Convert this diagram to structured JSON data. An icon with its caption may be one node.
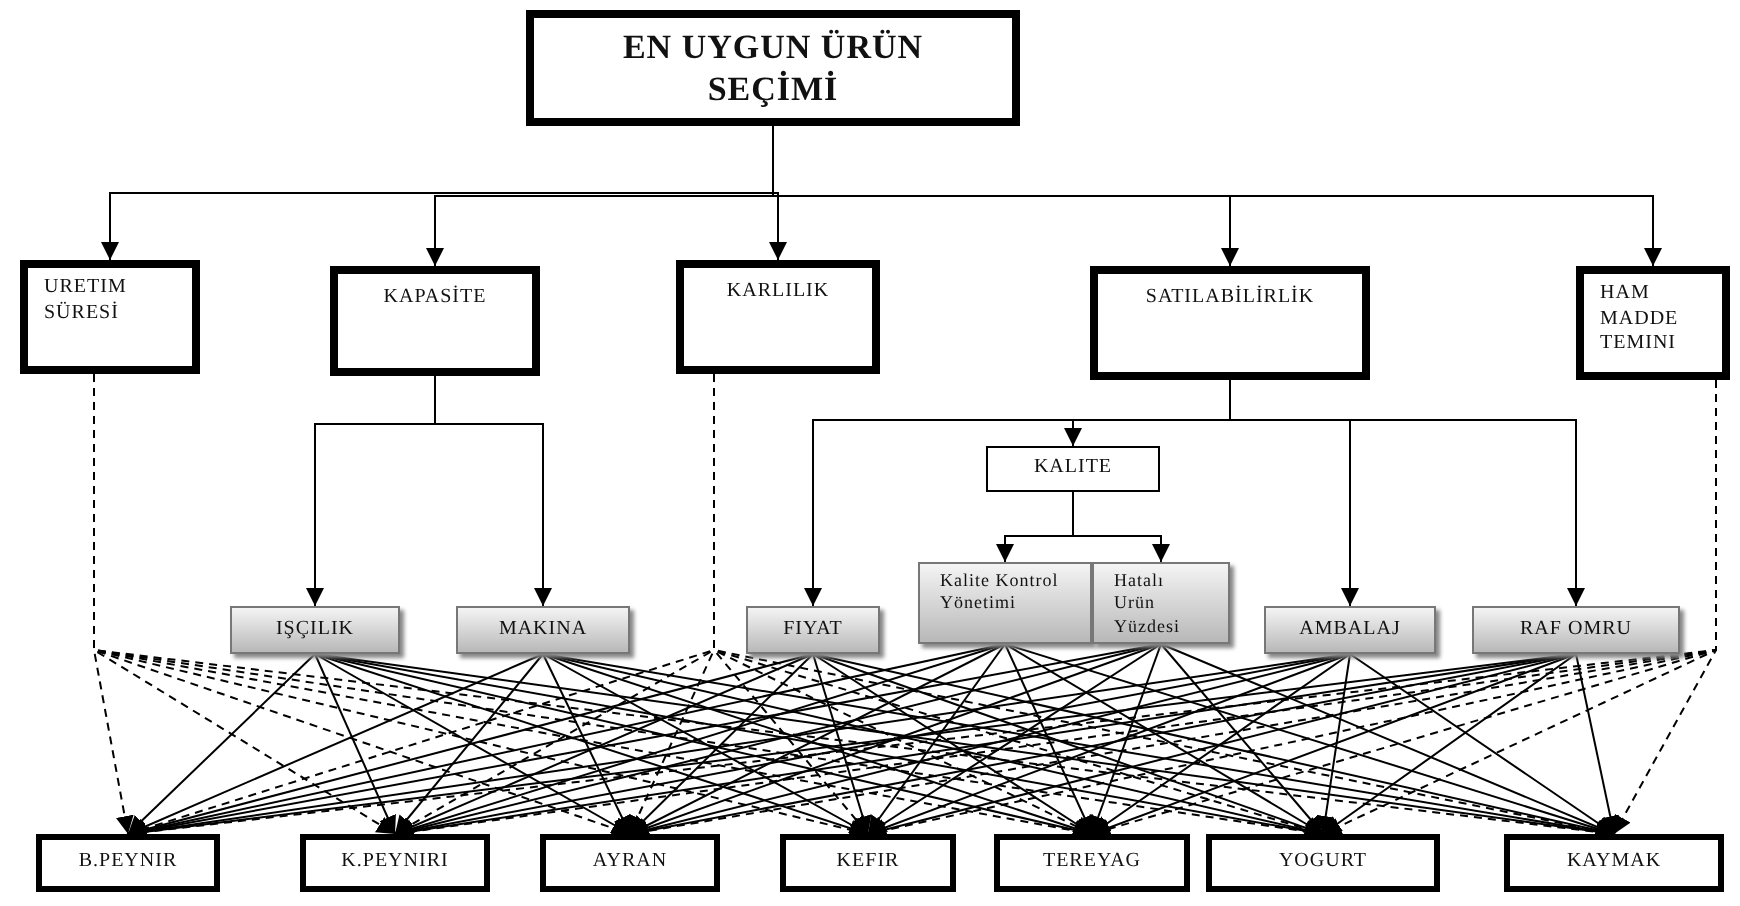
{
  "diagram": {
    "nodes": [
      {
        "text": [
          "EN UYGUN ÜRÜN SEÇİMİ"
        ]
      },
      {
        "text": [
          "URETIM SÜRESİ"
        ]
      },
      {
        "text": [
          "KAPASİTE"
        ]
      },
      {
        "text": [
          "KARLILIK"
        ]
      },
      {
        "text": [
          "SATILABİLİRLİK"
        ]
      },
      {
        "text": [
          "HAM MADDE TEMINI"
        ]
      },
      {
        "text": [
          "KALITE"
        ]
      },
      {
        "text": [
          "IŞÇILIK"
        ]
      },
      {
        "text": [
          "MAKINA"
        ]
      },
      {
        "text": [
          "FIYAT"
        ]
      },
      {
        "text": [
          "Kalite Kontrol Yönetimi"
        ]
      },
      {
        "text": [
          "Hatalı Urün Yüzdesi"
        ]
      },
      {
        "text": [
          "AMBALAJ"
        ]
      },
      {
        "text": [
          "RAF OMRU"
        ]
      },
      {
        "text": [
          "B.PEYNIR"
        ]
      },
      {
        "text": [
          "K.PEYNIRI"
        ]
      },
      {
        "text": [
          "AYRAN"
        ]
      },
      {
        "text": [
          "KEFIR"
        ]
      },
      {
        "text": [
          "TEREYAG"
        ]
      },
      {
        "text": [
          "YOGURT"
        ]
      },
      {
        "text": [
          "KAYMAK"
        ]
      }
    ],
    "edges": [
      {
        "from": 0,
        "to": 1,
        "arrow": "to"
      },
      {
        "from": 0,
        "to": 2,
        "arrow": "to"
      },
      {
        "from": 0,
        "to": 3,
        "arrow": "to"
      },
      {
        "from": 0,
        "to": 4,
        "arrow": "to"
      },
      {
        "from": 0,
        "to": 5,
        "arrow": "to"
      },
      {
        "from": 2,
        "to": 7,
        "arrow": "to"
      },
      {
        "from": 2,
        "to": 8,
        "arrow": "to"
      },
      {
        "from": 4,
        "to": 9,
        "arrow": "to"
      },
      {
        "from": 4,
        "to": 6,
        "arrow": "to"
      },
      {
        "from": 4,
        "to": 12,
        "arrow": "to"
      },
      {
        "from": 4,
        "to": 13,
        "arrow": "to"
      },
      {
        "from": 6,
        "to": 10,
        "arrow": "to"
      },
      {
        "from": 6,
        "to": 11,
        "arrow": "to"
      },
      {
        "from": 1,
        "to": 14,
        "arrow": "to",
        "style": "dashed"
      },
      {
        "from": 1,
        "to": 15,
        "arrow": "to",
        "style": "dashed"
      },
      {
        "from": 1,
        "to": 16,
        "arrow": "to",
        "style": "dashed"
      },
      {
        "from": 1,
        "to": 17,
        "arrow": "to",
        "style": "dashed"
      },
      {
        "from": 1,
        "to": 18,
        "arrow": "to",
        "style": "dashed"
      },
      {
        "from": 1,
        "to": 19,
        "arrow": "to",
        "style": "dashed"
      },
      {
        "from": 1,
        "to": 20,
        "arrow": "to",
        "style": "dashed"
      },
      {
        "from": 7,
        "to": 14,
        "arrow": "to"
      },
      {
        "from": 7,
        "to": 15,
        "arrow": "to"
      },
      {
        "from": 7,
        "to": 16,
        "arrow": "to"
      },
      {
        "from": 7,
        "to": 17,
        "arrow": "to"
      },
      {
        "from": 7,
        "to": 18,
        "arrow": "to"
      },
      {
        "from": 7,
        "to": 19,
        "arrow": "to"
      },
      {
        "from": 7,
        "to": 20,
        "arrow": "to"
      },
      {
        "from": 8,
        "to": 14,
        "arrow": "to"
      },
      {
        "from": 8,
        "to": 15,
        "arrow": "to"
      },
      {
        "from": 8,
        "to": 16,
        "arrow": "to"
      },
      {
        "from": 8,
        "to": 17,
        "arrow": "to"
      },
      {
        "from": 8,
        "to": 18,
        "arrow": "to"
      },
      {
        "from": 8,
        "to": 19,
        "arrow": "to"
      },
      {
        "from": 8,
        "to": 20,
        "arrow": "to"
      },
      {
        "from": 3,
        "to": 14,
        "arrow": "to",
        "style": "dashed"
      },
      {
        "from": 3,
        "to": 15,
        "arrow": "to",
        "style": "dashed"
      },
      {
        "from": 3,
        "to": 16,
        "arrow": "to",
        "style": "dashed"
      },
      {
        "from": 3,
        "to": 17,
        "arrow": "to",
        "style": "dashed"
      },
      {
        "from": 3,
        "to": 18,
        "arrow": "to",
        "style": "dashed"
      },
      {
        "from": 3,
        "to": 19,
        "arrow": "to",
        "style": "dashed"
      },
      {
        "from": 3,
        "to": 20,
        "arrow": "to",
        "style": "dashed"
      },
      {
        "from": 9,
        "to": 14,
        "arrow": "to"
      },
      {
        "from": 9,
        "to": 15,
        "arrow": "to"
      },
      {
        "from": 9,
        "to": 16,
        "arrow": "to"
      },
      {
        "from": 9,
        "to": 17,
        "arrow": "to"
      },
      {
        "from": 9,
        "to": 18,
        "arrow": "to"
      },
      {
        "from": 9,
        "to": 19,
        "arrow": "to"
      },
      {
        "from": 9,
        "to": 20,
        "arrow": "to"
      },
      {
        "from": 10,
        "to": 14,
        "arrow": "to"
      },
      {
        "from": 10,
        "to": 15,
        "arrow": "to"
      },
      {
        "from": 10,
        "to": 16,
        "arrow": "to"
      },
      {
        "from": 10,
        "to": 17,
        "arrow": "to"
      },
      {
        "from": 10,
        "to": 18,
        "arrow": "to"
      },
      {
        "from": 10,
        "to": 19,
        "arrow": "to"
      },
      {
        "from": 10,
        "to": 20,
        "arrow": "to"
      },
      {
        "from": 11,
        "to": 14,
        "arrow": "to"
      },
      {
        "from": 11,
        "to": 15,
        "arrow": "to"
      },
      {
        "from": 11,
        "to": 16,
        "arrow": "to"
      },
      {
        "from": 11,
        "to": 17,
        "arrow": "to"
      },
      {
        "from": 11,
        "to": 18,
        "arrow": "to"
      },
      {
        "from": 11,
        "to": 19,
        "arrow": "to"
      },
      {
        "from": 11,
        "to": 20,
        "arrow": "to"
      },
      {
        "from": 12,
        "to": 14,
        "arrow": "to"
      },
      {
        "from": 12,
        "to": 15,
        "arrow": "to"
      },
      {
        "from": 12,
        "to": 16,
        "arrow": "to"
      },
      {
        "from": 12,
        "to": 17,
        "arrow": "to"
      },
      {
        "from": 12,
        "to": 18,
        "arrow": "to"
      },
      {
        "from": 12,
        "to": 19,
        "arrow": "to"
      },
      {
        "from": 12,
        "to": 20,
        "arrow": "to"
      },
      {
        "from": 13,
        "to": 14,
        "arrow": "to"
      },
      {
        "from": 13,
        "to": 15,
        "arrow": "to"
      },
      {
        "from": 13,
        "to": 16,
        "arrow": "to"
      },
      {
        "from": 13,
        "to": 17,
        "arrow": "to"
      },
      {
        "from": 13,
        "to": 18,
        "arrow": "to"
      },
      {
        "from": 13,
        "to": 19,
        "arrow": "to"
      },
      {
        "from": 13,
        "to": 20,
        "arrow": "to"
      },
      {
        "from": 5,
        "to": 14,
        "arrow": "to",
        "style": "dashed"
      },
      {
        "from": 5,
        "to": 15,
        "arrow": "to",
        "style": "dashed"
      },
      {
        "from": 5,
        "to": 16,
        "arrow": "to",
        "style": "dashed"
      },
      {
        "from": 5,
        "to": 17,
        "arrow": "to",
        "style": "dashed"
      },
      {
        "from": 5,
        "to": 18,
        "arrow": "to",
        "style": "dashed"
      },
      {
        "from": 5,
        "to": 19,
        "arrow": "to",
        "style": "dashed"
      },
      {
        "from": 5,
        "to": 20,
        "arrow": "to",
        "style": "dashed"
      }
    ]
  }
}
